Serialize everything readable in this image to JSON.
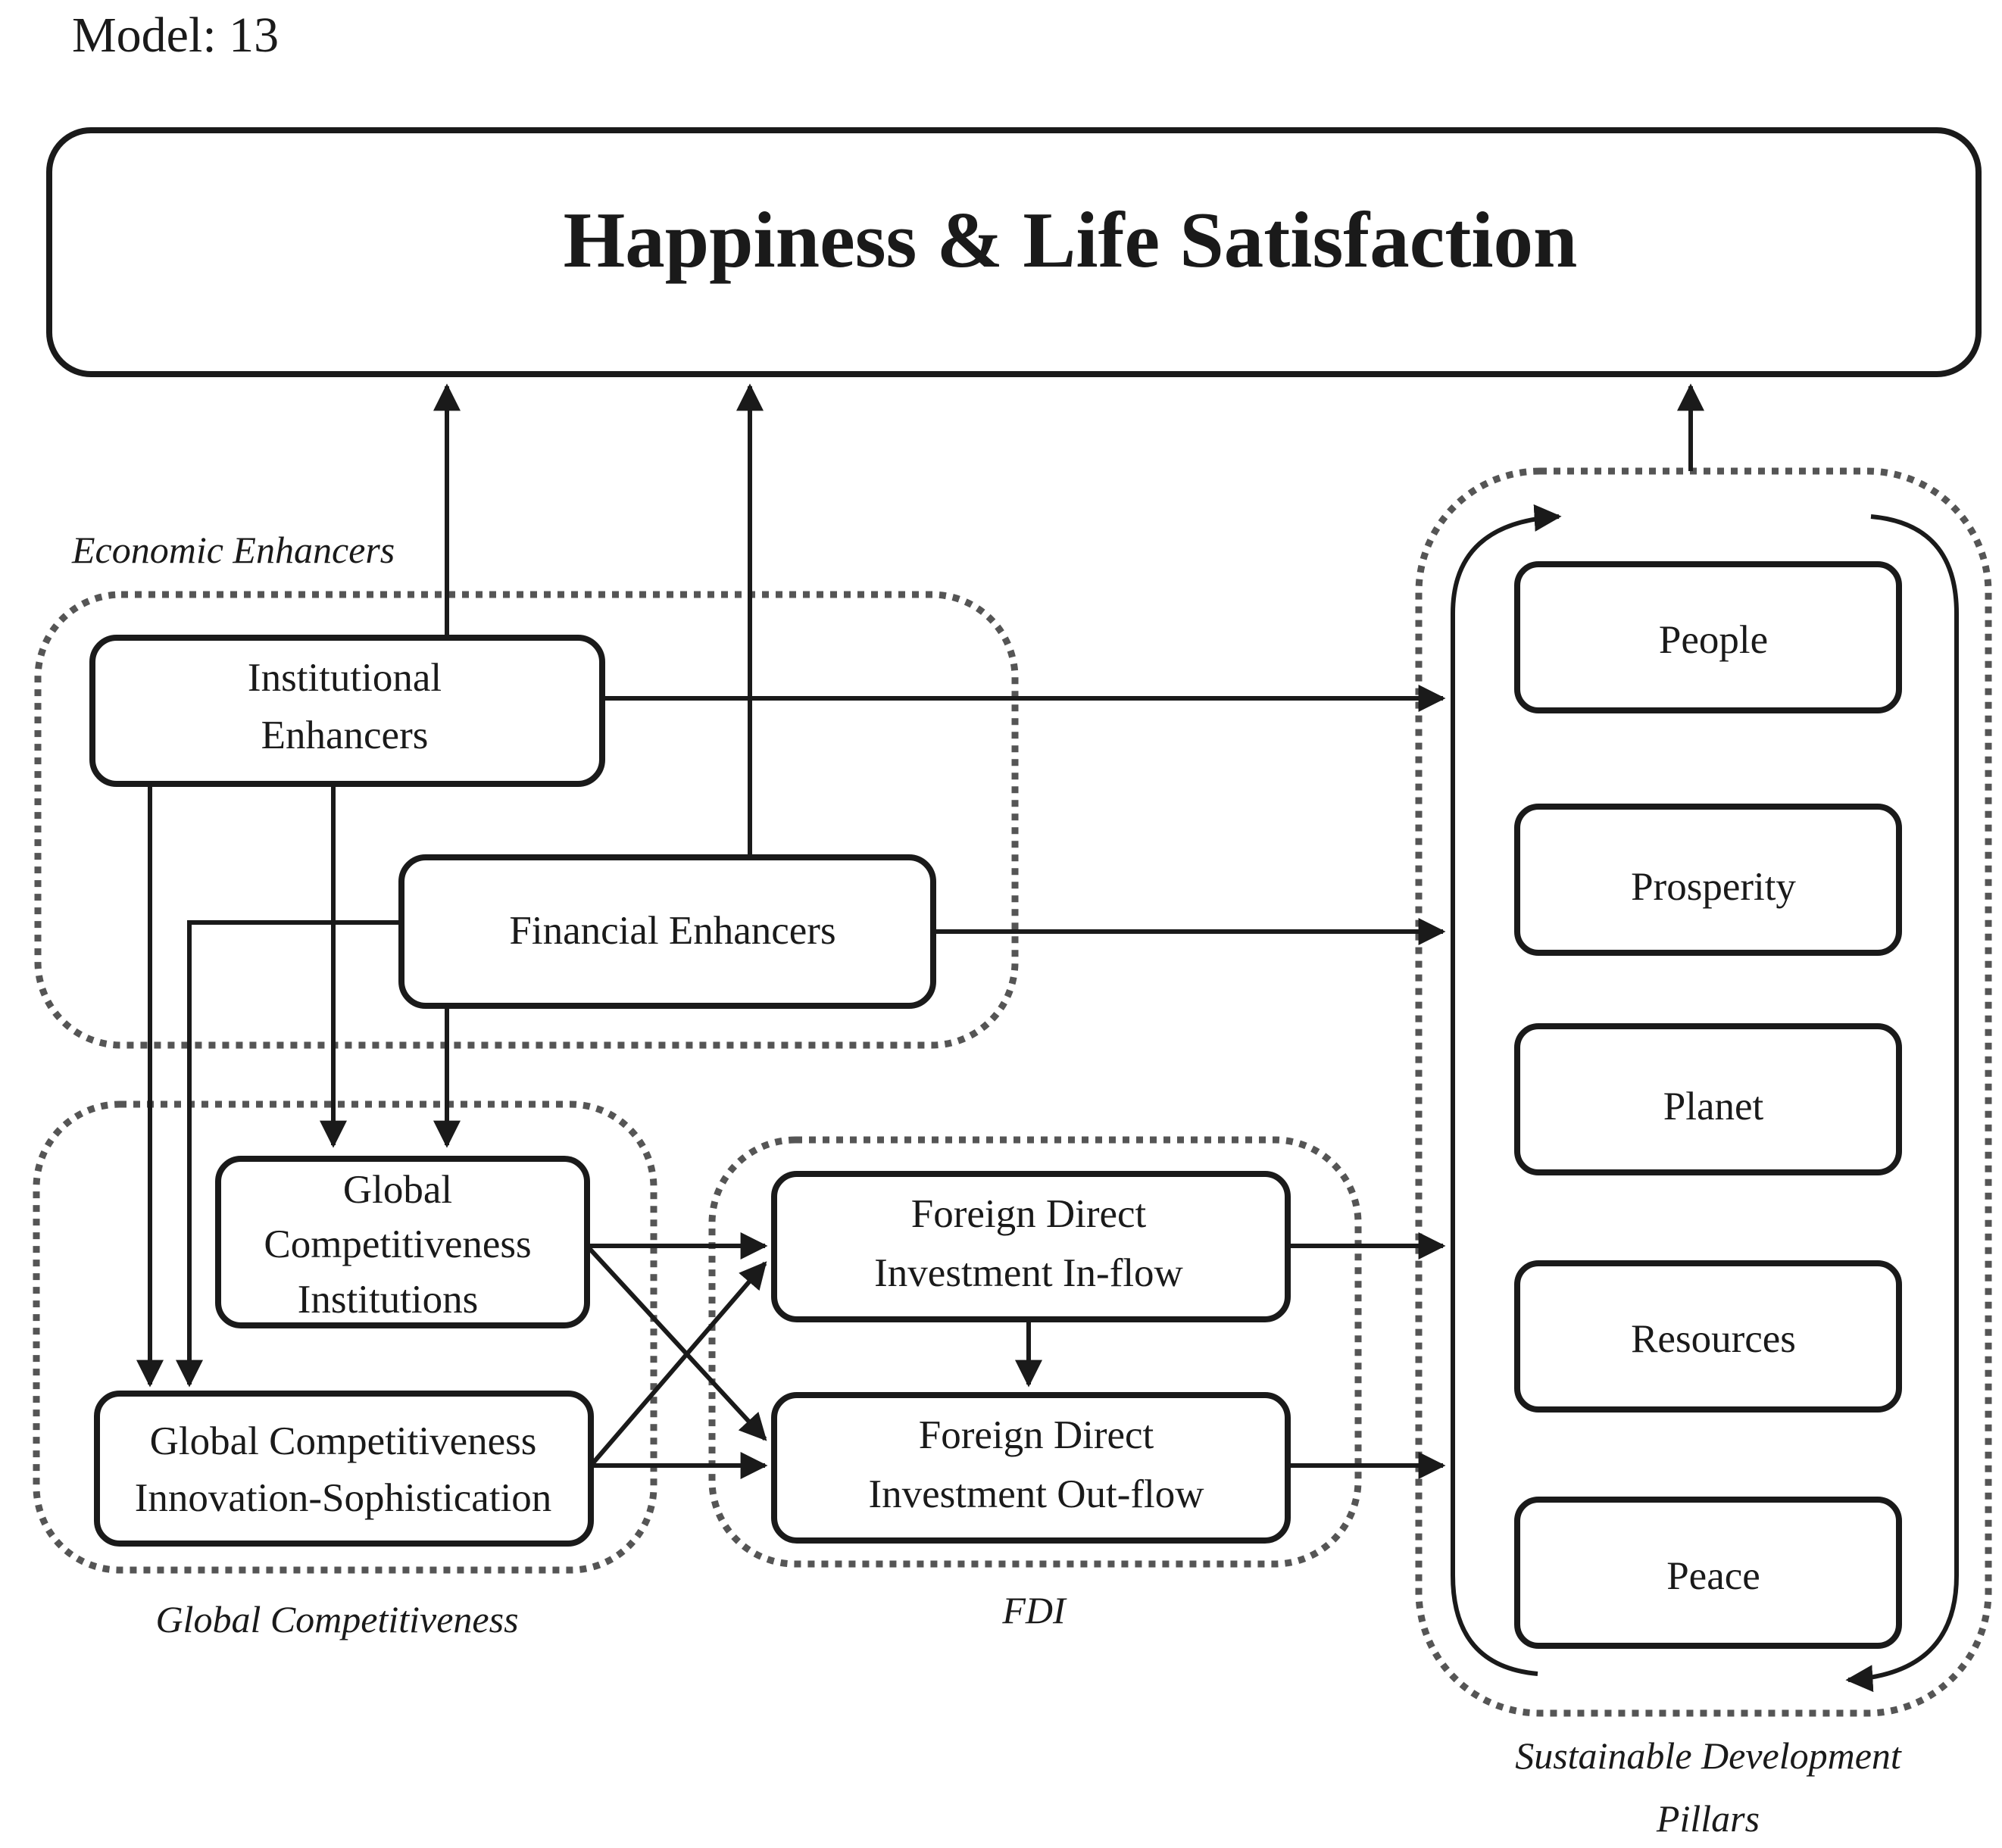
{
  "model_label": "Model: 13",
  "title": "Happiness & Life Satisfaction",
  "groups": {
    "economic": "Economic Enhancers",
    "competitiveness": "Global Competitiveness",
    "fdi": "FDI",
    "sdp_line1": "Sustainable Development",
    "sdp_line2": "Pillars"
  },
  "nodes": {
    "institutional": [
      "Institutional",
      "Enhancers"
    ],
    "financial": "Financial Enhancers",
    "gc_institutions": [
      "Global",
      "Competitiveness",
      "Institutions"
    ],
    "gc_innovation": [
      "Global Competitiveness",
      "Innovation-Sophistication"
    ],
    "fdi_inflow": [
      "Foreign Direct",
      "Investment In-flow"
    ],
    "fdi_outflow": [
      "Foreign Direct",
      "Investment Out-flow"
    ]
  },
  "pillars": [
    "People",
    "Prosperity",
    "Planet",
    "Resources",
    "Peace"
  ]
}
